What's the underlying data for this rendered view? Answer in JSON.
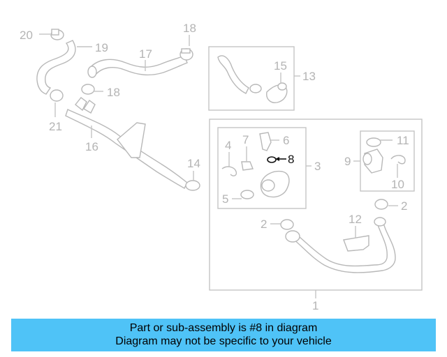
{
  "callouts": {
    "c1": "1",
    "c2a": "2",
    "c2b": "2",
    "c3": "3",
    "c4": "4",
    "c5": "5",
    "c6": "6",
    "c7": "7",
    "c8": "8",
    "c9": "9",
    "c10": "10",
    "c11": "11",
    "c12": "12",
    "c13": "13",
    "c14": "14",
    "c15": "15",
    "c16": "16",
    "c17": "17",
    "c18a": "18",
    "c18b": "18",
    "c19": "19",
    "c20": "20",
    "c21": "21"
  },
  "highlighted_part": "8",
  "banner": {
    "line1": "Part or sub-assembly is #8 in diagram",
    "line2": "Diagram may not be specific to your vehicle",
    "color": "#4fc3f7"
  }
}
